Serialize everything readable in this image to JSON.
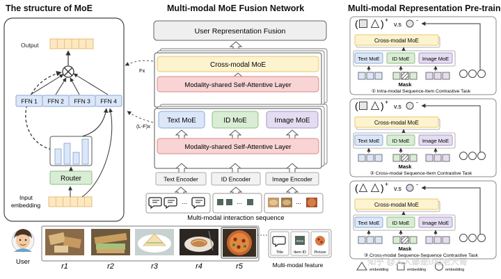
{
  "titles": {
    "left": "The structure of MoE",
    "middle": "Multi-modal MoE Fusion Network",
    "right": "Multi-modal Representation Pre-training"
  },
  "moe": {
    "output": "Output",
    "ffn": [
      "FFN 1",
      "FFN 2",
      "FFN 3",
      "FFN 4"
    ],
    "router": "Router",
    "input": [
      "Input",
      "embedding"
    ]
  },
  "fusion": {
    "top": "User Representation Fusion",
    "cross": "Cross-modal MoE",
    "shared": "Modality-shared Self-Attentive Layer",
    "fx": "Fx",
    "lfx": "(L-F)x",
    "text_moe": "Text MoE",
    "id_moe": "ID MoE",
    "image_moe": "Image MoE",
    "encoders": [
      "Text Encoder",
      "ID Encoder",
      "Image Encoder"
    ],
    "sequence_label": "Multi-modal interaction sequence",
    "dots": "..."
  },
  "bottom": {
    "user": "User",
    "items": [
      "r1",
      "r2",
      "r3",
      "r4",
      "r5"
    ],
    "feature_label": "Multi-modal feature",
    "features": [
      "Title",
      "Item ID",
      "Picture"
    ],
    "id_badge": "#015"
  },
  "pretrain": {
    "cross": "Cross-modal MoE",
    "text_moe": "Text MoE",
    "id_moe": "ID MoE",
    "image_moe": "Image MoE",
    "mask": "Mask",
    "vs": "v.s",
    "plus": "+",
    "minus": "-",
    "tasks": [
      "① Intra-modal Sequence-Item Contrastive Task",
      "② Cross-modal Sequence-Item Contrastive Task",
      "③ Cross-modal Sequence-Sequence Contrastive Task"
    ]
  },
  "legend": {
    "items": [
      "embedding",
      "embedding",
      "embedding"
    ]
  },
  "watermark": "知乎 @人人都是B站老大哥",
  "colors": {
    "yellow_fill": "#fdf3cf",
    "yellow_stroke": "#e5c96a",
    "pink_fill": "#f8d4d4",
    "pink_stroke": "#d98a8a",
    "blue_fill": "#dbe7f8",
    "blue_stroke": "#8aa9d6",
    "green_fill": "#d9ecd4",
    "green_stroke": "#8cbf84",
    "purple_fill": "#e4dcf0",
    "purple_stroke": "#a896c8",
    "gray_fill": "#efefef",
    "panel_stroke": "#555555"
  }
}
